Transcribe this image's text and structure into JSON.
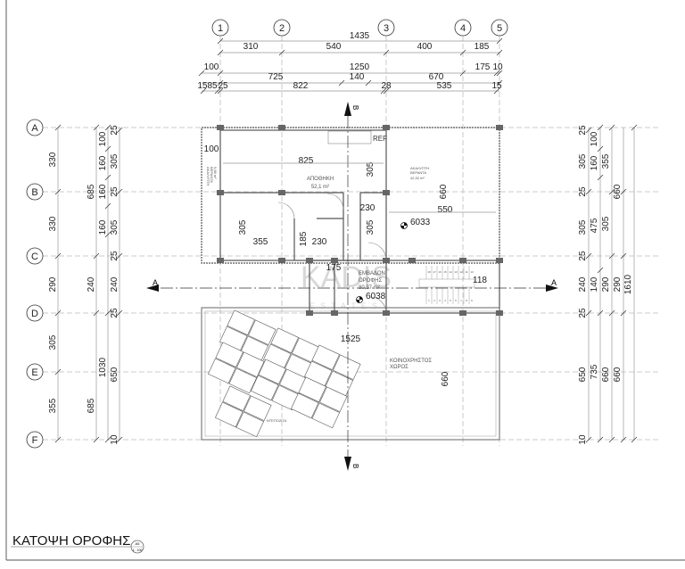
{
  "title": "ΚΑΤΟΨΗ ΟΡΟΦΗΣ",
  "title_ref": {
    "sheet": "A5",
    "scale": "1 : 100"
  },
  "grid": {
    "columns": [
      "1",
      "2",
      "3",
      "4",
      "5"
    ],
    "rows": [
      "A",
      "B",
      "C",
      "D",
      "E",
      "F"
    ]
  },
  "section_marks": {
    "a": "A",
    "b": "B"
  },
  "top_dims": {
    "overall": "1435",
    "axes": [
      "310",
      "540",
      "400",
      "185"
    ],
    "row3": [
      "100",
      "1250",
      "175",
      "10"
    ],
    "row4": [
      "725",
      "140",
      "670"
    ],
    "row5": [
      "15",
      "85",
      "25",
      "822",
      "28",
      "535",
      "15"
    ]
  },
  "left_dims": {
    "axes": [
      "330",
      "330",
      "290",
      "305",
      "355"
    ],
    "col2": [
      "685",
      "240",
      "685"
    ],
    "col3": [
      "100",
      "160",
      "160",
      "160",
      "1030"
    ],
    "col4": [
      "25",
      "305",
      "25",
      "305",
      "25",
      "240",
      "25",
      "650",
      "10"
    ]
  },
  "right_dims": {
    "col1": [
      "25",
      "305",
      "25",
      "305",
      "25",
      "240",
      "25",
      "650",
      "10"
    ],
    "col2": [
      "100",
      "160",
      "475",
      "140",
      "735"
    ],
    "col3": [
      "355",
      "305",
      "290",
      "660"
    ],
    "col4": [
      "660",
      "290",
      "660"
    ],
    "col5": [
      "1610"
    ]
  },
  "rooms": {
    "storage": {
      "name": "ΑΠΟΘΗΚΗ",
      "area": "52,1 m²"
    },
    "veranda": {
      "name1": "ΑΚΑΛΥΠΤΗ",
      "name2": "ΒΕΡΑΝΤΑ",
      "area": "42,32 m²"
    },
    "side_veranda": {
      "name1": "ΑΚΑΛΥΠΤΗ",
      "name2": "ΒΕΡΑΝΤΑ",
      "area": "9,88 m²"
    },
    "roof_area": {
      "name1": "ΕΜΒΑΔΟΝ",
      "name2": "ΟΡΟΦΗΣ",
      "area": "80,37 m²"
    },
    "common": {
      "name1": "ΚΟΙΝΟΧΡΗΣΤΟΣ",
      "name2": "ΧΩΡΟΣ"
    },
    "tanks": {
      "name": "ΝΤΕΠΟΖΙΤΑ"
    },
    "ref": "REF"
  },
  "interior_dims": [
    "100",
    "825",
    "305",
    "660",
    "550",
    "230",
    "305",
    "305",
    "355",
    "185",
    "230",
    "175",
    "118",
    "1525",
    "660"
  ],
  "level_marks": [
    "6033",
    "6038"
  ],
  "stairs": {
    "lower": [
      "1",
      "2",
      "3",
      "4",
      "5",
      "6",
      "7",
      "8",
      "9"
    ],
    "upper": [
      "18",
      "17",
      "16",
      "15",
      "14",
      "13",
      "12",
      "11",
      "10"
    ]
  },
  "watermark": {
    "line1": "KADIS",
    "line2": "ESTATES"
  }
}
